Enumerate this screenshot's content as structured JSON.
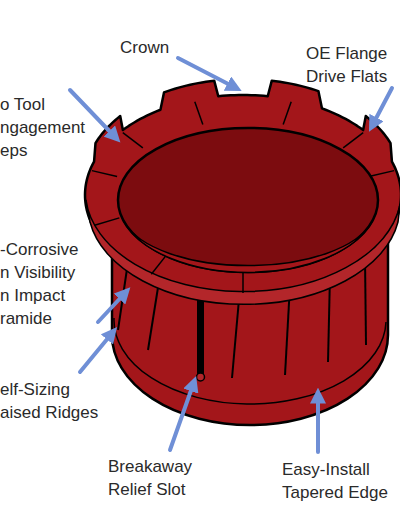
{
  "diagram": {
    "labels": [
      "Crown",
      "OE Flange Drive Flats",
      "o Tool ngagement eps",
      "-Corrosive n Visibility n Impact ramide",
      "elf-Sizing aised Ridges",
      "Breakaway Relief Slot",
      "Easy-Install Tapered Edge"
    ]
  }
}
